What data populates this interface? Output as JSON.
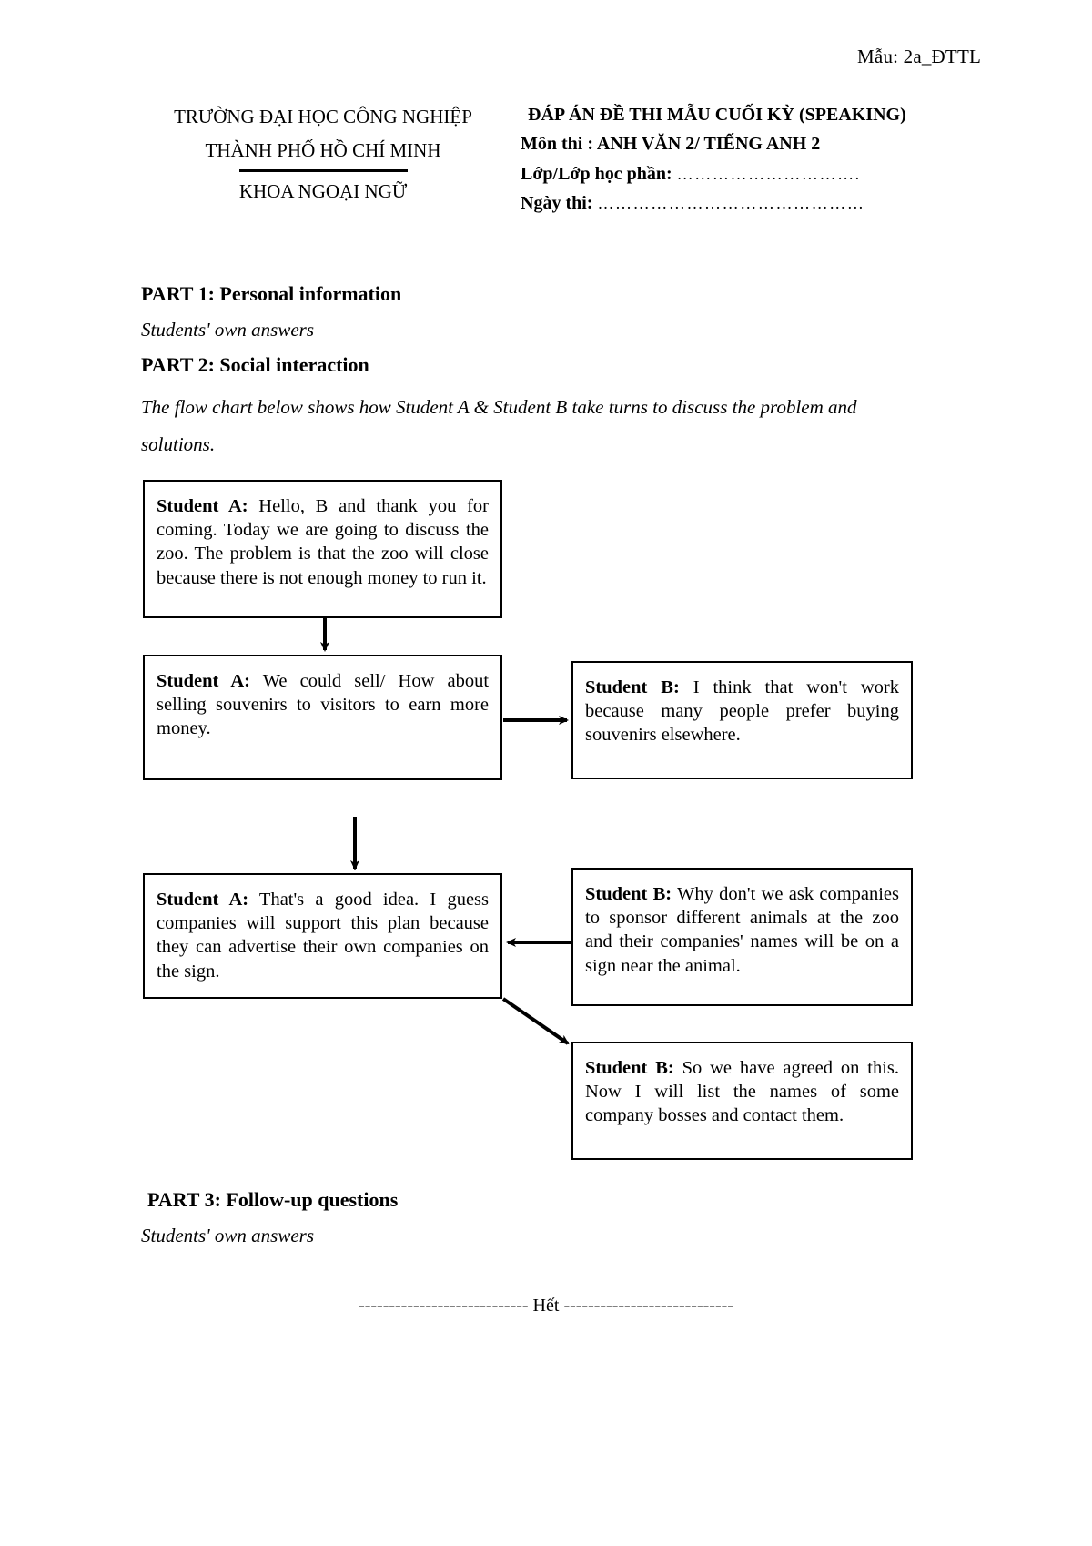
{
  "document": {
    "form_code": "Mẫu: 2a_ĐTTL",
    "university": {
      "line1": "TRƯỜNG ĐẠI HỌC CÔNG NGHIỆP",
      "line2": "THÀNH PHỐ HỒ CHÍ MINH",
      "line3": "KHOA NGOẠI NGỮ"
    },
    "exam_info": {
      "title": "ĐÁP ÁN ĐỀ THI MẪU CUỐI KỲ (SPEAKING)",
      "subject_label": "Môn thi : ANH VĂN 2/ TIẾNG ANH 2",
      "class_label": "Lớp/Lớp học phần:",
      "class_value": "………………………….",
      "date_label": "Ngày thi:",
      "date_value": "………………………………………"
    }
  },
  "parts": {
    "part1": {
      "heading": "PART 1: Personal information",
      "answer": "Students' own answers"
    },
    "part2": {
      "heading": "PART 2: Social interaction",
      "intro": "The flow chart below shows how Student A & Student B take turns to discuss the problem and solutions."
    },
    "part3": {
      "heading": "PART 3: Follow-up questions",
      "answer": "Students' own answers"
    }
  },
  "flowchart": {
    "type": "flow-diagram",
    "nodes": [
      {
        "id": "a1",
        "speaker": "Student A:",
        "text": " Hello, B and thank you for coming. Today we are going to discuss the zoo. The problem is that the zoo will close because there is not enough money to run it."
      },
      {
        "id": "a2",
        "speaker": "Student A:",
        "text": " We could sell/ How about selling souvenirs to visitors to earn more money."
      },
      {
        "id": "b1",
        "speaker": "Student B:",
        "text": " I think that won't work because many people prefer buying souvenirs elsewhere."
      },
      {
        "id": "a3",
        "speaker": "Student A:",
        "text": " That's a good idea. I guess companies will support this plan because they can advertise their own companies on the sign."
      },
      {
        "id": "b2",
        "speaker": "Student B:",
        "text": " Why don't we ask companies to sponsor different animals at the zoo and their companies' names will be on a sign near the animal."
      },
      {
        "id": "b3",
        "speaker": "Student B:",
        "text": " So we have agreed on this. Now I will list the names of some company bosses and contact them."
      }
    ],
    "edges": [
      {
        "from": "a1",
        "to": "a2",
        "direction": "down"
      },
      {
        "from": "a2",
        "to": "b1",
        "direction": "right"
      },
      {
        "from": "b1",
        "to": "a3",
        "direction": "down"
      },
      {
        "from": "b2",
        "to": "a3",
        "direction": "left"
      },
      {
        "from": "a3",
        "to": "b3",
        "direction": "diagonal-down-right"
      }
    ]
  },
  "footer": {
    "left_dashes": "----------------------------",
    "end_word": "Hết",
    "right_dashes": "----------------------------"
  }
}
